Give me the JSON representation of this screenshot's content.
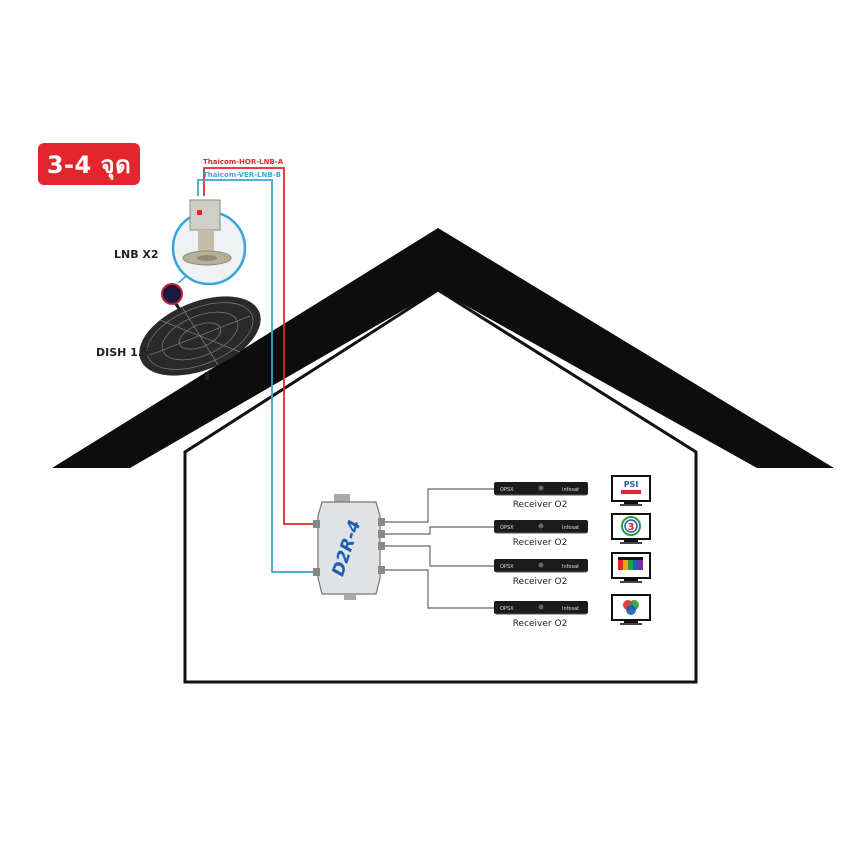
{
  "badge": {
    "label": "3-4 จุด"
  },
  "cables": {
    "horizontal": "Thaicom-HOR-LNB-A",
    "vertical": "Thaicom-VER-LNB-B",
    "horizontal_color": "#e3262d",
    "vertical_color": "#3aa6d8"
  },
  "lnb": {
    "label": "LNB X2"
  },
  "dish": {
    "label": "DISH 1.5"
  },
  "switch": {
    "brand": "D2R-4"
  },
  "receivers": [
    {
      "label": "Receiver O2",
      "brand_left": "OPSX",
      "brand_right": "Infosat",
      "tv_icon": "psi-channel-icon",
      "tv_text": "PSI"
    },
    {
      "label": "Receiver O2",
      "brand_left": "OPSX",
      "brand_right": "Infosat",
      "tv_icon": "channel-3-icon",
      "tv_text": "3"
    },
    {
      "label": "Receiver O2",
      "brand_left": "OPSX",
      "brand_right": "Infosat",
      "tv_icon": "channel-5-icon",
      "tv_text": ""
    },
    {
      "label": "Receiver O2",
      "brand_left": "OPSX",
      "brand_right": "Infosat",
      "tv_icon": "channel-7-icon",
      "tv_text": ""
    }
  ],
  "colors": {
    "roof": "#0d0d0d",
    "house_outline": "#111111",
    "badge": "#e3262d",
    "cable_gray": "#555555"
  }
}
